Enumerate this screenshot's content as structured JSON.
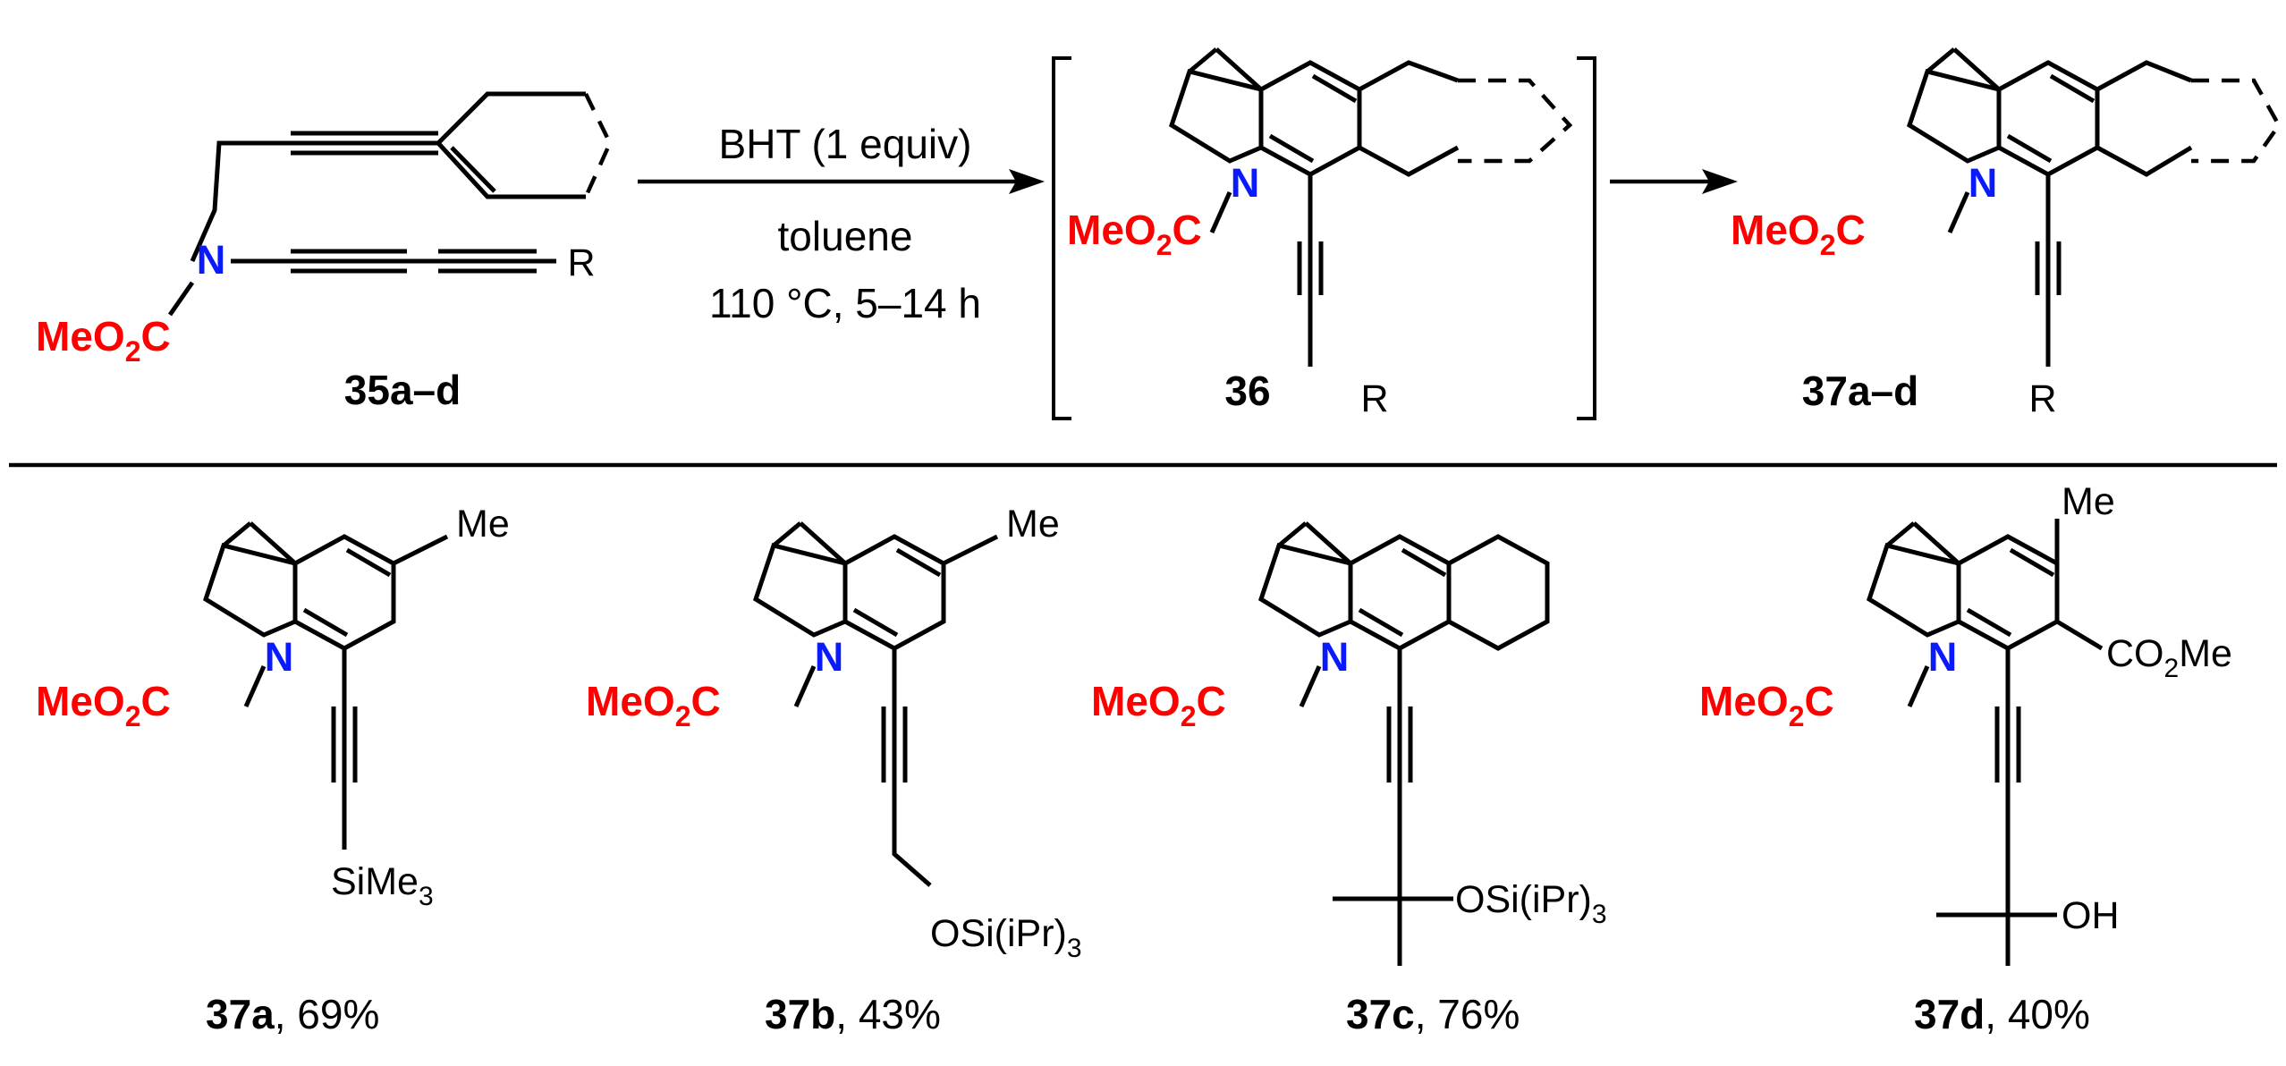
{
  "scheme": {
    "reactant_label": "35a–d",
    "intermediate_label": "36",
    "product_label": "37a–d",
    "conditions": {
      "reagent": "BHT (1 equiv)",
      "solvent": "toluene",
      "temperature_time": "110 °C, 5–14 h"
    }
  },
  "atoms": {
    "nitrogen": "N",
    "carbamate_prefix": "MeO",
    "carbamate_sub": "2",
    "carbamate_suffix": "C",
    "r_group": "R",
    "methyl": "Me",
    "tms_prefix": "SiMe",
    "tms_sub": "3",
    "otips_prefix": "OSi(iPr)",
    "otips_sub": "3",
    "ester_prefix": "CO",
    "ester_sub": "2",
    "ester_suffix": "Me",
    "hydroxyl": "OH"
  },
  "products": [
    {
      "id": "37a",
      "yield": ", 69%",
      "substituent": "SiMe3"
    },
    {
      "id": "37b",
      "yield": ", 43%",
      "substituent": "CH2OSi(iPr)3"
    },
    {
      "id": "37c",
      "yield": ", 76%",
      "substituent": "C(CH3)2OSi(iPr)3"
    },
    {
      "id": "37d",
      "yield": ", 40%",
      "substituent": "C(CH3)2OH"
    }
  ],
  "colors": {
    "nitrogen": "#0a1aff",
    "carbamate": "#ff0000",
    "bonds": "#000000"
  }
}
